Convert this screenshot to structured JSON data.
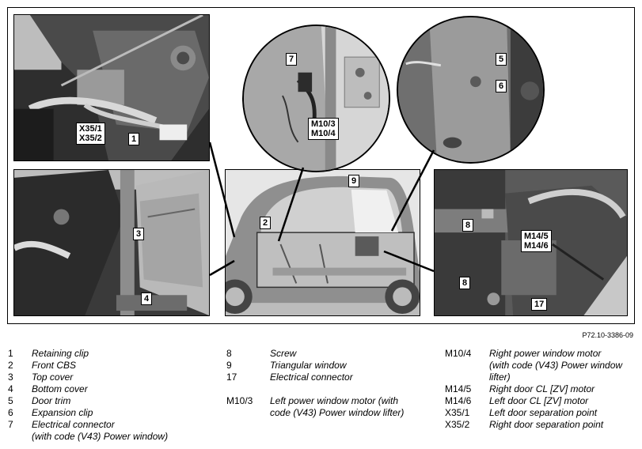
{
  "callouts": {
    "c1": "1",
    "c2": "2",
    "c3": "3",
    "c4": "4",
    "c5": "5",
    "c6": "6",
    "c7": "7",
    "c8a": "8",
    "c8b": "8",
    "c9": "9",
    "c17": "17",
    "x35": "X35/1\nX35/2",
    "m10": "M10/3\nM10/4",
    "m14": "M14/5\nM14/6"
  },
  "figure_ref": "P72.10-3386-09",
  "legend": {
    "col1": [
      {
        "key": "1",
        "text": "Retaining clip"
      },
      {
        "key": "2",
        "text": "Front CBS"
      },
      {
        "key": "3",
        "text": "Top cover"
      },
      {
        "key": "4",
        "text": "Bottom cover"
      },
      {
        "key": "5",
        "text": "Door trim"
      },
      {
        "key": "6",
        "text": "Expansion clip"
      },
      {
        "key": "7",
        "text": "Electrical connector\n(with code (V43) Power window)"
      }
    ],
    "col2": [
      {
        "key": "8",
        "text": "Screw"
      },
      {
        "key": "9",
        "text": "Triangular window"
      },
      {
        "key": "17",
        "text": "Electrical connector"
      },
      {
        "key": "",
        "text": ""
      },
      {
        "key": "M10/3",
        "text": "Left power window motor (with\ncode (V43) Power window lifter)"
      }
    ],
    "col3": [
      {
        "key": "M10/4",
        "text": "Right power window motor\n(with code (V43) Power window\nlifter)"
      },
      {
        "key": "M14/5",
        "text": "Right door CL [ZV] motor"
      },
      {
        "key": "M14/6",
        "text": "Left door CL [ZV] motor"
      },
      {
        "key": "X35/1",
        "text": "Left door separation point"
      },
      {
        "key": "X35/2",
        "text": "Right door separation point"
      }
    ]
  }
}
